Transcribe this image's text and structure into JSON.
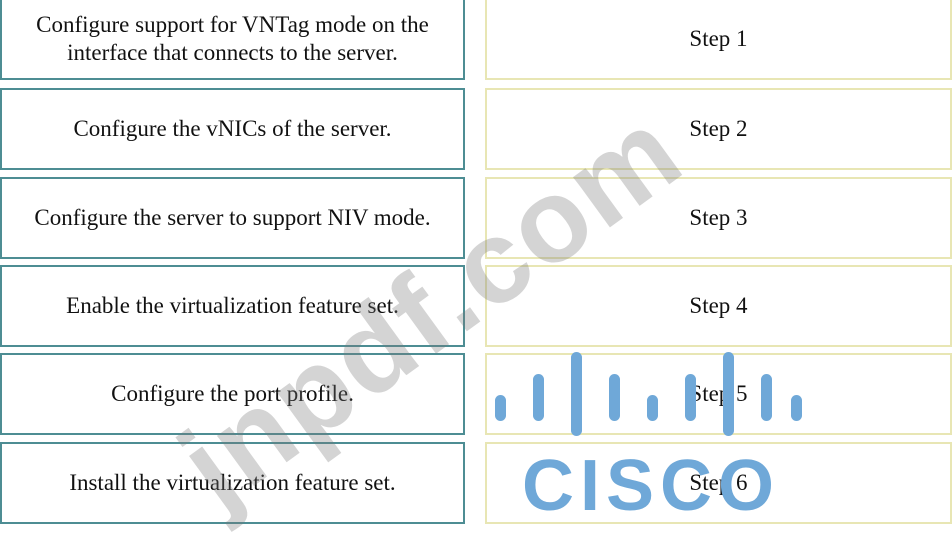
{
  "actions": [
    "Configure support for VNTag mode on the interface that connects to the server.",
    "Configure the vNICs of the server.",
    "Configure the server to support NIV mode.",
    "Enable the virtualization feature set.",
    "Configure the port profile.",
    "Install the virtualization feature set."
  ],
  "steps": [
    "Step 1",
    "Step 2",
    "Step 3",
    "Step 4",
    "Step 5",
    "Step 6"
  ],
  "watermark": "jnpdf.com",
  "logo": {
    "text": "CISCO",
    "color": "#6fa8d8"
  },
  "colors": {
    "left_border": "#4d8d93",
    "right_border": "#e8e6b4"
  }
}
